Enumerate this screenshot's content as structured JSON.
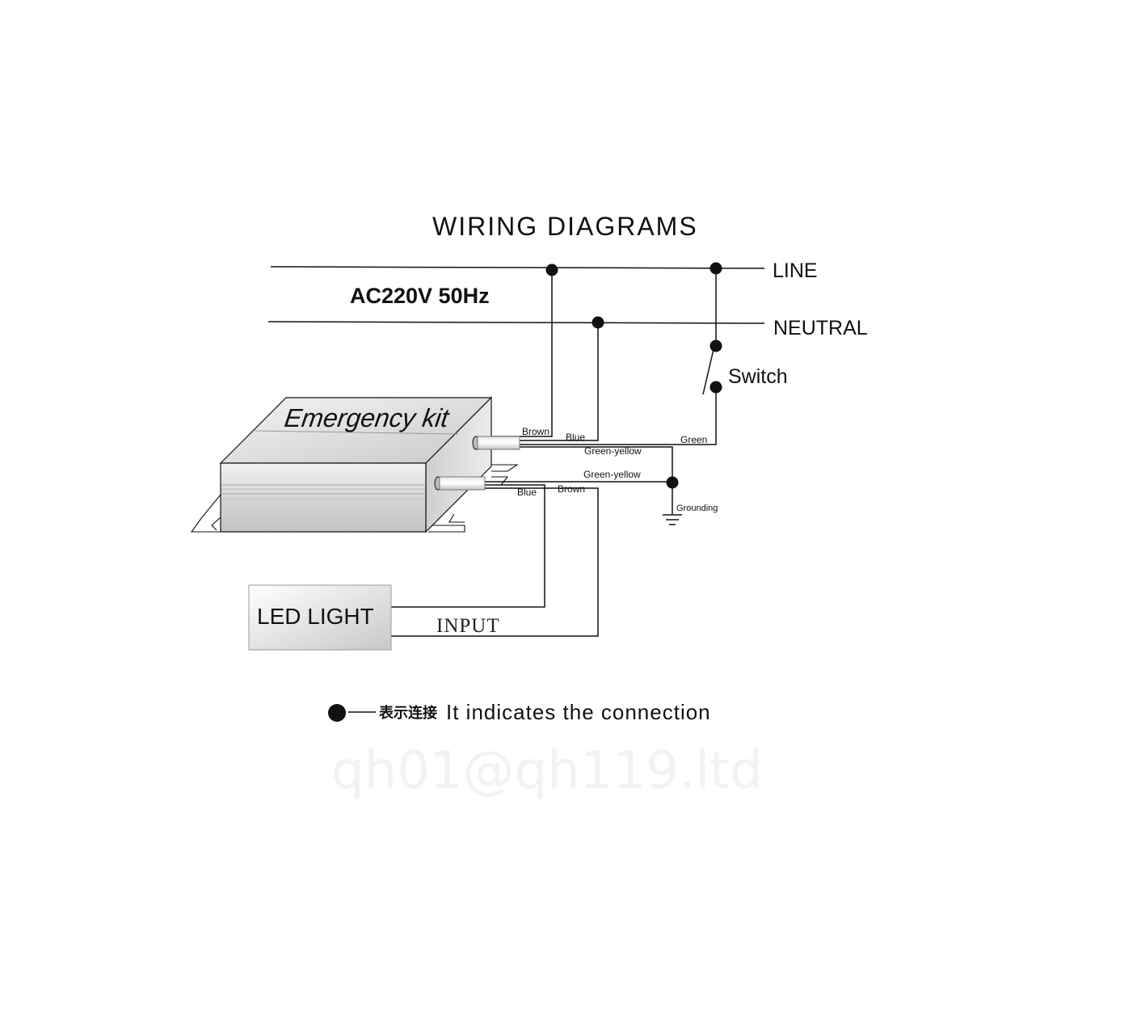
{
  "title": "WIRING DIAGRAMS",
  "supply": {
    "label": "AC220V 50Hz",
    "line": "LINE",
    "neutral": "NEUTRAL"
  },
  "switch_label": "Switch",
  "kit_label": "Emergency kit",
  "wires": {
    "brown_top": "Brown",
    "blue_top": "Blue",
    "green": "Green",
    "green_yellow_top": "Green-yellow",
    "green_yellow_bottom": "Green-yellow",
    "blue_bottom": "Blue",
    "brown_bottom": "Brown",
    "grounding": "Grounding"
  },
  "led_label": "LED LIGHT",
  "input_label": "INPUT",
  "legend": {
    "chinese": "表示连接",
    "text": "It indicates the connection"
  },
  "watermark": "qh01@qh119.ltd"
}
